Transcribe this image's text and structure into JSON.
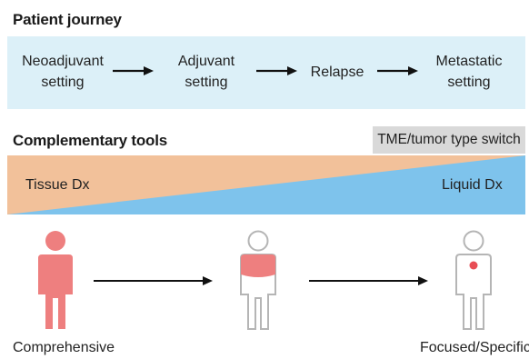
{
  "headings": {
    "patient_journey": "Patient journey",
    "complementary_tools": "Complementary tools"
  },
  "journey_steps": [
    {
      "line1": "Neoadjuvant",
      "line2": "setting"
    },
    {
      "line1": "Adjuvant",
      "line2": "setting"
    },
    {
      "line1": "Relapse",
      "line2": ""
    },
    {
      "line1": "Metastatic",
      "line2": "setting"
    }
  ],
  "switch_tag": "TME/tumor type switch",
  "dx_band": {
    "left_label": "Tissue Dx",
    "right_label": "Liquid Dx",
    "left_color": "#f2c19a",
    "right_color": "#7ec3ec"
  },
  "scale_labels": {
    "left": "Comprehensive",
    "right": "Focused/Specific"
  },
  "colors": {
    "journey_band": "#dcf0f8",
    "figure_fill": "#ee7f7f",
    "figure_outline": "#b5b5b5",
    "tag_bg": "#d9d9d9",
    "arrow": "#111111",
    "spot": "#e84e55"
  },
  "figures": [
    {
      "name": "fully-affected",
      "coverage": "full"
    },
    {
      "name": "torso-affected",
      "coverage": "torso"
    },
    {
      "name": "spot-affected",
      "coverage": "spot"
    }
  ]
}
